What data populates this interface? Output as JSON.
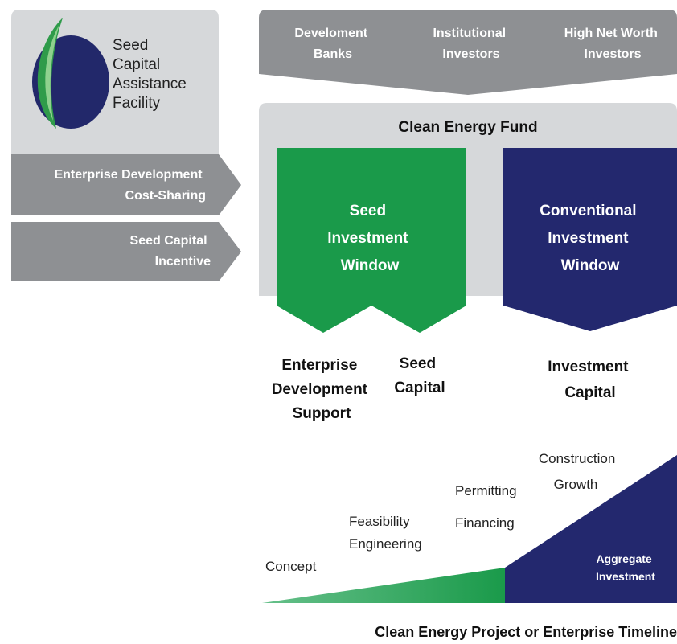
{
  "facility": {
    "label_lines": [
      "Seed",
      "Capital",
      "Assistance",
      "Facility"
    ]
  },
  "left_arrows": [
    {
      "lines": [
        "Enterprise Development",
        "Cost-Sharing"
      ]
    },
    {
      "lines": [
        "Seed Capital",
        "Incentive"
      ]
    }
  ],
  "investors": [
    {
      "lines": [
        "Develoment",
        "Banks"
      ]
    },
    {
      "lines": [
        "Institutional",
        "Investors"
      ]
    },
    {
      "lines": [
        "High Net Worth",
        "Investors"
      ]
    }
  ],
  "fund": {
    "title": "Clean Energy Fund",
    "seed_window": [
      "Seed",
      "Investment",
      "Window"
    ],
    "conventional_window": [
      "Conventional",
      "Investment",
      "Window"
    ]
  },
  "outputs": {
    "enterprise_support": [
      "Enterprise",
      "Development",
      "Support"
    ],
    "seed_capital": [
      "Seed",
      "Capital"
    ],
    "investment_capital": [
      "Investment",
      "Capital"
    ]
  },
  "timeline": {
    "stages": [
      {
        "lines": [
          "Concept"
        ]
      },
      {
        "lines": [
          "Feasibility",
          "Engineering"
        ]
      },
      {
        "lines": [
          "Permitting",
          "Financing"
        ]
      },
      {
        "lines": [
          "Construction",
          "Growth"
        ]
      }
    ],
    "aggregate_label": [
      "Aggregate",
      "Investment"
    ],
    "caption": "Clean Energy Project or Enterprise Timeline"
  },
  "colors": {
    "green": "#1a9a4a",
    "navy": "#23286e",
    "gray_panel": "#d6d8da",
    "gray_arrow": "#8e9093",
    "investor_band": "#8e9093"
  },
  "icons": {
    "logo": "leaf-logo-icon"
  }
}
